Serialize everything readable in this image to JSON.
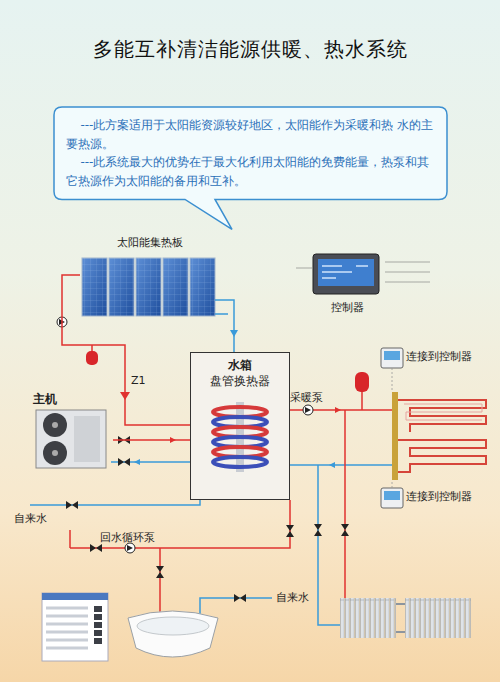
{
  "diagram": {
    "title": "多能互补清洁能源供暖、热水系统",
    "nodes": [
      {
        "text": [
          "---此方案适用于太阳能资源较好地区，太阳能作为采暖和热 水的主要热源。",
          "---此系统最大的优势在于最大化利用太阳能的免费能量，热泵和其它热源作为太阳能的备用和互补。"
        ]
      },
      {
        "text": [
          "太阳能集热板"
        ]
      },
      {
        "text": [
          "控制器"
        ]
      },
      {
        "text": [
          "水箱",
          "盘管换热器"
        ]
      },
      {
        "text": [
          "主机"
        ]
      },
      {
        "text": [
          "连接到控制器"
        ]
      },
      {
        "text": [
          "连接到控制器"
        ]
      }
    ],
    "edges": [
      {
        "from": 1,
        "to": 3,
        "arrow": "none"
      },
      {
        "from": 4,
        "to": 3,
        "arrow": "none"
      }
    ],
    "labels": [
      "Z1",
      "采暖泵",
      "自来水",
      "回水循环泵",
      "自来水"
    ]
  }
}
